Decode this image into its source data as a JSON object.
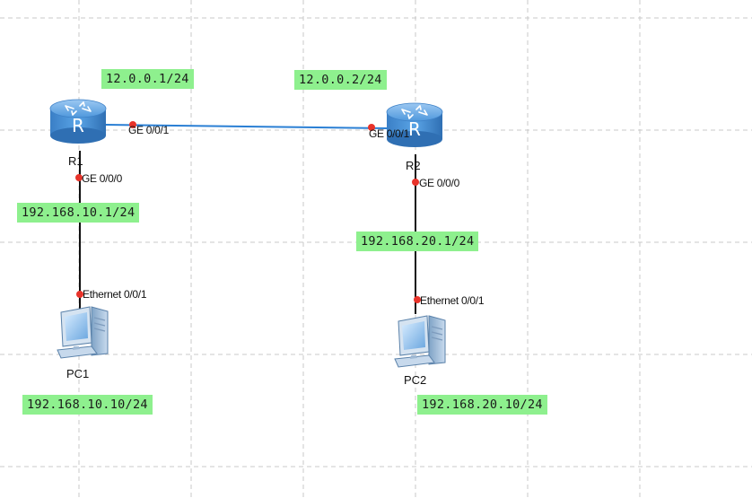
{
  "devices": {
    "r1": {
      "name": "R1",
      "icon": "router-icon"
    },
    "r2": {
      "name": "R2",
      "icon": "router-icon"
    },
    "pc1": {
      "name": "PC1",
      "icon": "pc-icon"
    },
    "pc2": {
      "name": "PC2",
      "icon": "pc-icon"
    }
  },
  "ports": {
    "r1_ge001": "GE 0/0/1",
    "r1_ge000": "GE 0/0/0",
    "r2_ge001": "GE 0/0/1",
    "r2_ge000": "GE 0/0/0",
    "pc1_eth": "Ethernet 0/0/1",
    "pc2_eth": "Ethernet 0/0/1"
  },
  "addresses": {
    "r1_ge001": "12.0.0.1/24",
    "r2_ge001": "12.0.0.2/24",
    "r1_ge000": "192.168.10.1/24",
    "r2_ge000": "192.168.20.1/24",
    "pc1": "192.168.10.10/24",
    "pc2": "192.168.20.10/24"
  },
  "colors": {
    "grid": "#c9c9c9",
    "label_bg": "#8ef08e",
    "wan_link": "#2a7fd4",
    "lan_link": "#111111",
    "port_dot": "#e8332a",
    "router_body": "#3f8fd8"
  }
}
